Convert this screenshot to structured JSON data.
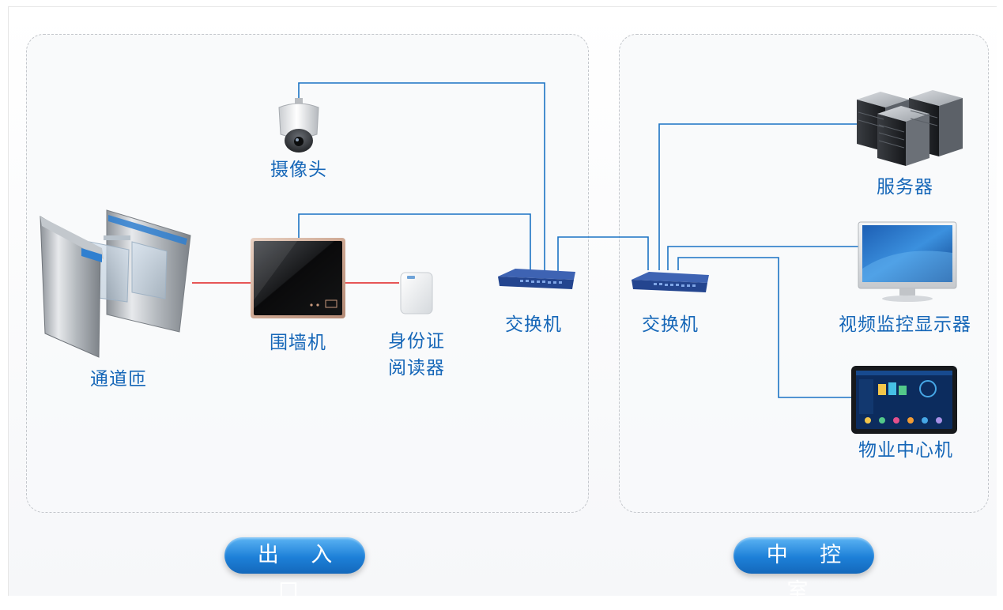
{
  "zones": {
    "entrance": {
      "title": "出 入 口"
    },
    "control_room": {
      "title": "中 控 室"
    }
  },
  "devices": {
    "camera": "摄像头",
    "turnstile": "通道匝",
    "wall_unit": "围墙机",
    "id_reader_line1": "身份证",
    "id_reader_line2": "阅读器",
    "switch_left": "交换机",
    "switch_right": "交换机",
    "server": "服务器",
    "monitor": "视频监控显示器",
    "management_center": "物业中心机"
  },
  "colors": {
    "network_line": "#1b73c4",
    "serial_line": "#e02020",
    "label_text": "#1667b8",
    "pill_blue": "#1d80d8"
  }
}
